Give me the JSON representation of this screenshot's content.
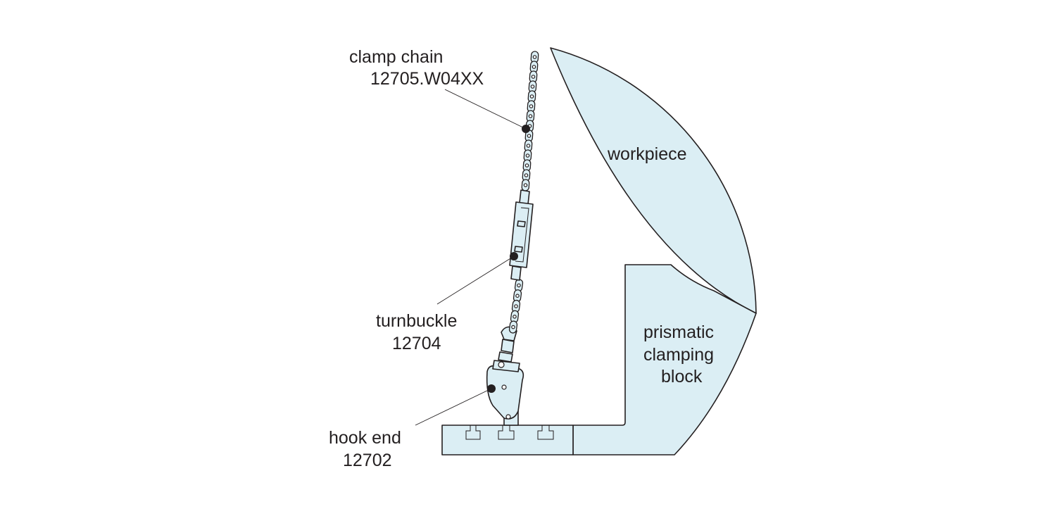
{
  "labels": {
    "clamp_chain": {
      "name": "clamp chain",
      "code": "12705.W04XX"
    },
    "turnbuckle": {
      "name": "turnbuckle",
      "code": "12704"
    },
    "hook_end": {
      "name": "hook end",
      "code": "12702"
    },
    "workpiece": "workpiece",
    "prismatic_block": {
      "line1": "prismatic",
      "line2": "clamping",
      "line3": "block"
    }
  },
  "colors": {
    "fill": "#dbeef4",
    "stroke": "#231f20",
    "text": "#231f20"
  }
}
